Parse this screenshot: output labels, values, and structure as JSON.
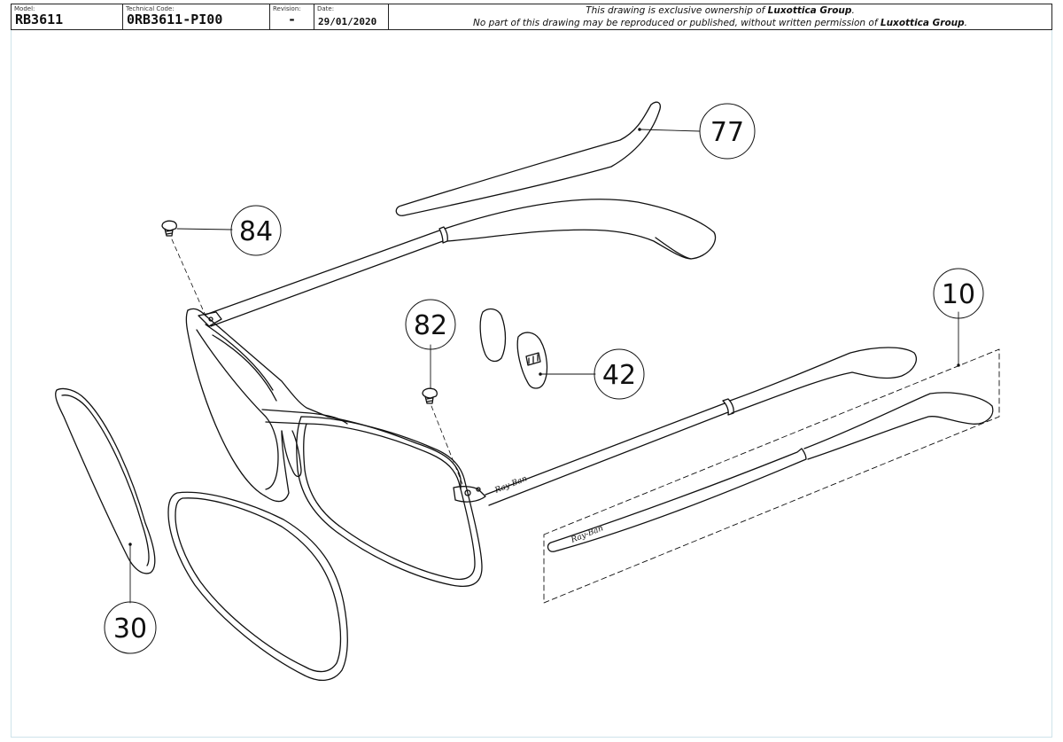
{
  "title_block": {
    "model_label": "Model:",
    "model_value": "RB3611",
    "technical_code_label": "Technical Code:",
    "technical_code_value": "0RB3611-PI00",
    "revision_label": "Revision:",
    "revision_value": "-",
    "date_label": "Date:",
    "date_value": "29/01/2020",
    "notice_line1_prefix": "This drawing is exclusive ownership of",
    "notice_line1_owner": "Luxottica Group",
    "notice_line1_suffix": ".",
    "notice_line2_prefix": "No part of this drawing may be reproduced or published, without written permission of",
    "notice_line2_owner": "Luxottica Group",
    "notice_line2_suffix": "."
  },
  "callouts": [
    {
      "id": "77",
      "label": "77"
    },
    {
      "id": "84",
      "label": "84"
    },
    {
      "id": "10",
      "label": "10"
    },
    {
      "id": "82",
      "label": "82"
    },
    {
      "id": "42",
      "label": "42"
    },
    {
      "id": "30",
      "label": "30"
    }
  ],
  "brand_mark": "Ray-Ban",
  "colors": {
    "ink": "#111111",
    "frame": "#cfe3ea"
  }
}
